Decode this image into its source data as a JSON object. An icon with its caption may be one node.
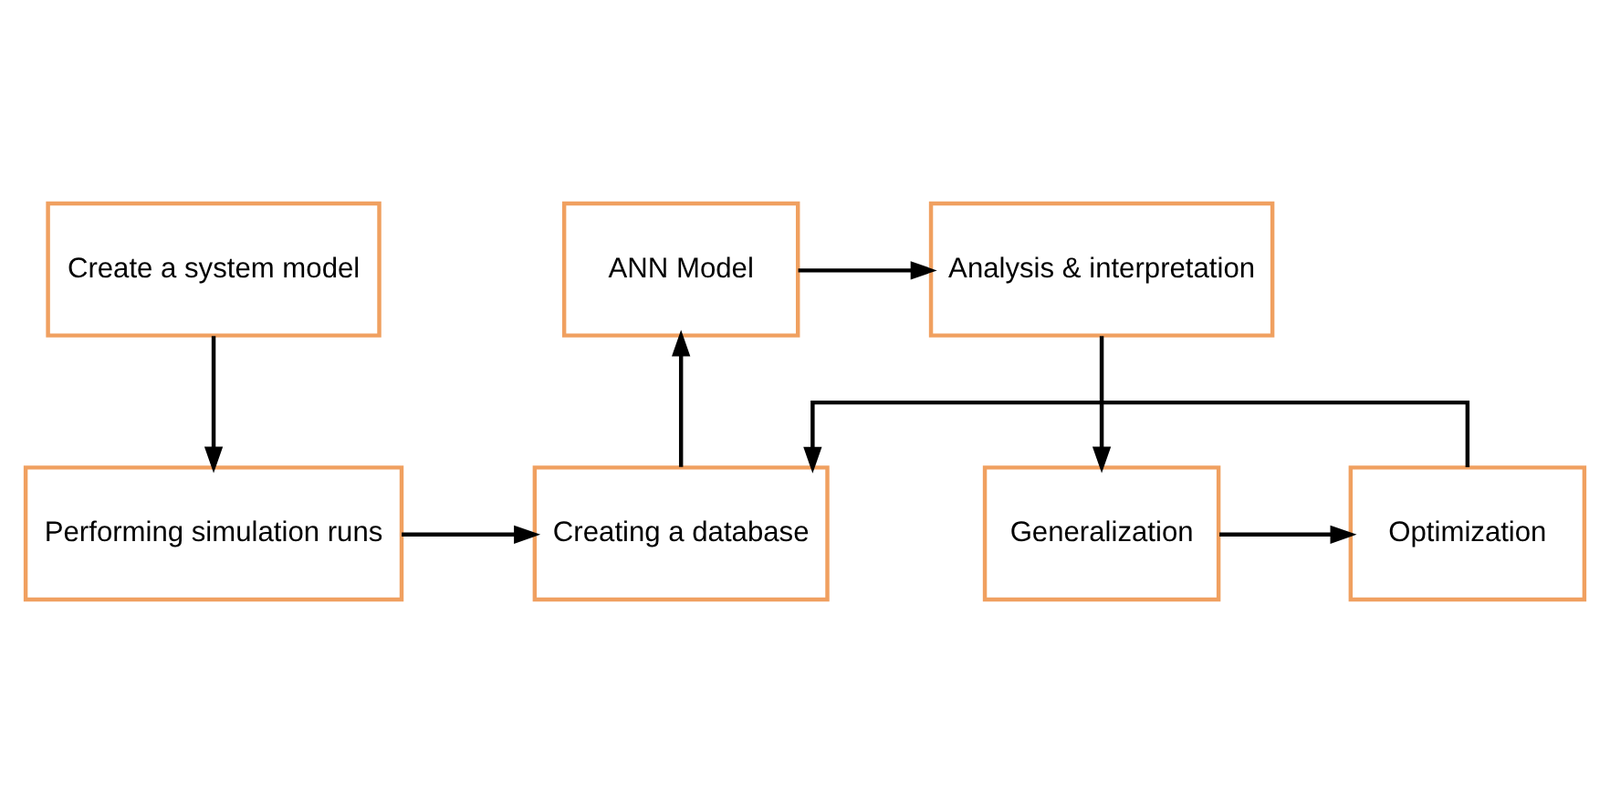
{
  "diagram": {
    "nodes": [
      {
        "text": [
          "Create a system model"
        ]
      },
      {
        "text": [
          "Performing simulation runs"
        ]
      },
      {
        "text": [
          "Creating a database"
        ]
      },
      {
        "text": [
          "ANN Model"
        ]
      },
      {
        "text": [
          "Analysis & interpretation"
        ]
      },
      {
        "text": [
          "Generalization"
        ]
      },
      {
        "text": [
          "Optimization"
        ]
      }
    ],
    "edges": [
      {
        "from": 0,
        "to": 1,
        "arrow": "to"
      },
      {
        "from": 1,
        "to": 2,
        "arrow": "to"
      },
      {
        "from": 2,
        "to": 3,
        "arrow": "to"
      },
      {
        "from": 3,
        "to": 4,
        "arrow": "to"
      },
      {
        "from": 4,
        "to": 5,
        "arrow": "to"
      },
      {
        "from": 5,
        "to": 6,
        "arrow": "to"
      },
      {
        "from": 6,
        "to": 2,
        "arrow": "to"
      }
    ]
  }
}
